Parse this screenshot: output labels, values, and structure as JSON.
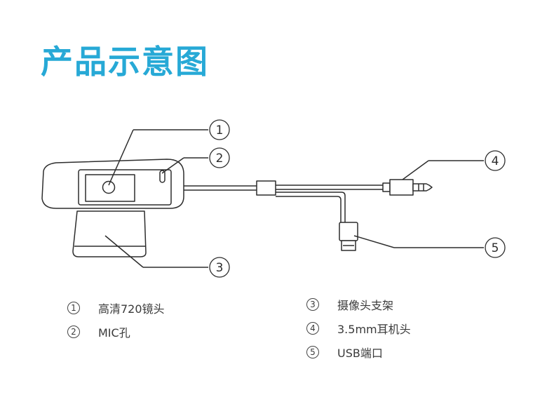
{
  "title": "产品示意图",
  "callouts": [
    "1",
    "2",
    "3",
    "4",
    "5"
  ],
  "legend": [
    {
      "num": "1",
      "label": "高清720镜头"
    },
    {
      "num": "2",
      "label": "MIC孔"
    },
    {
      "num": "3",
      "label": "摄像头支架"
    },
    {
      "num": "4",
      "label": "3.5mm耳机头"
    },
    {
      "num": "5",
      "label": "USB端口"
    }
  ]
}
